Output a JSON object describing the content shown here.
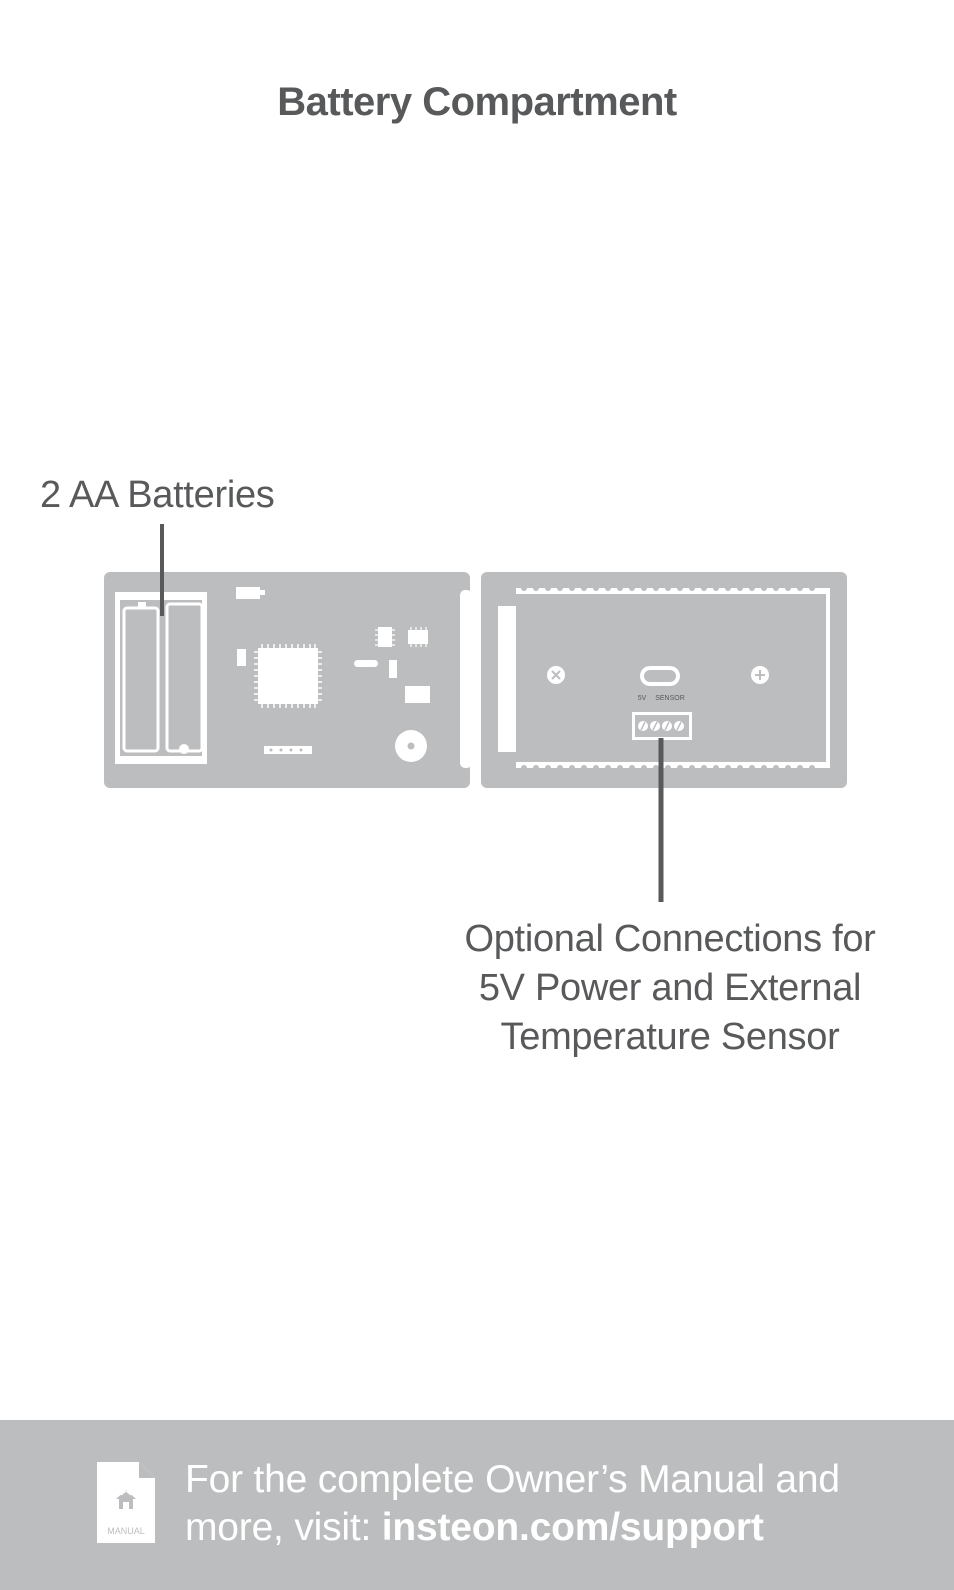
{
  "page": {
    "title": "Battery Compartment"
  },
  "callouts": {
    "batteries": "2 AA Batteries",
    "connections_line1": "Optional Connections for",
    "connections_line2": "5V Power and External",
    "connections_line3": "Temperature Sensor"
  },
  "board": {
    "terminal_label_5v": "5V",
    "terminal_label_sensor": "SENSOR"
  },
  "footer": {
    "icon_label": "MANUAL",
    "text_line1": "For the complete Owner’s Manual and",
    "text_line2_prefix": "more, visit: ",
    "url": "insteon.com/support"
  },
  "colors": {
    "panel": "#bcbdbf",
    "text": "#58595b",
    "background": "#ffffff"
  },
  "icons": [
    "house-icon",
    "screw-icon"
  ]
}
